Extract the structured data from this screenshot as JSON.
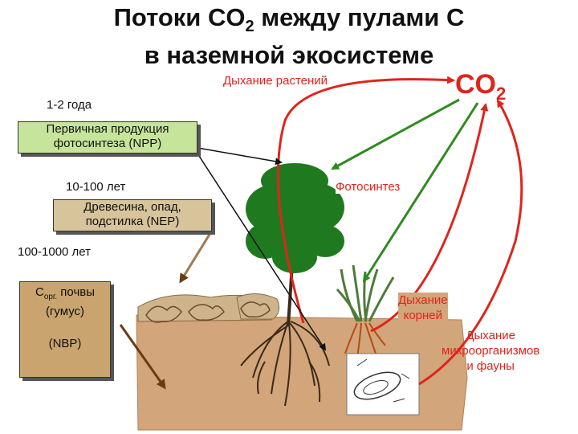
{
  "title": {
    "line1_pre": "Потоки CO",
    "line1_sub": "2",
    "line1_post": " между пулами С",
    "line2": "в наземной экосистеме"
  },
  "co2": {
    "main": "CO",
    "sub": "2"
  },
  "labels": {
    "plant_respiration": "Дыхание растений",
    "photosynthesis": "Фотосинтез",
    "root_respiration": "Дыхание\nкорней",
    "micro_respiration": "Дыхание\nмикроорганизмов\nи фауны"
  },
  "pools": [
    {
      "time": "1-2 года",
      "line1": "Первичная продукция",
      "line2": "фотосинтеза (NPP)",
      "color": "#c6e59a"
    },
    {
      "time": "10-100 лет",
      "line1": "Древесина, опад,",
      "line2": "подстилка (NEP)",
      "color": "#d8c49a"
    },
    {
      "time": "100-1000 лет",
      "main": "С",
      "main_sub": "орг.",
      "main_post": " почвы",
      "line2": "(гумус)",
      "line3": "(NBP)",
      "color": "#c9a46e"
    }
  ],
  "colors": {
    "respiration": "#e0241c",
    "photosynthesis": "#2e8b1f",
    "soil": "#d2a57a",
    "leaf": "#1f7a1f"
  }
}
